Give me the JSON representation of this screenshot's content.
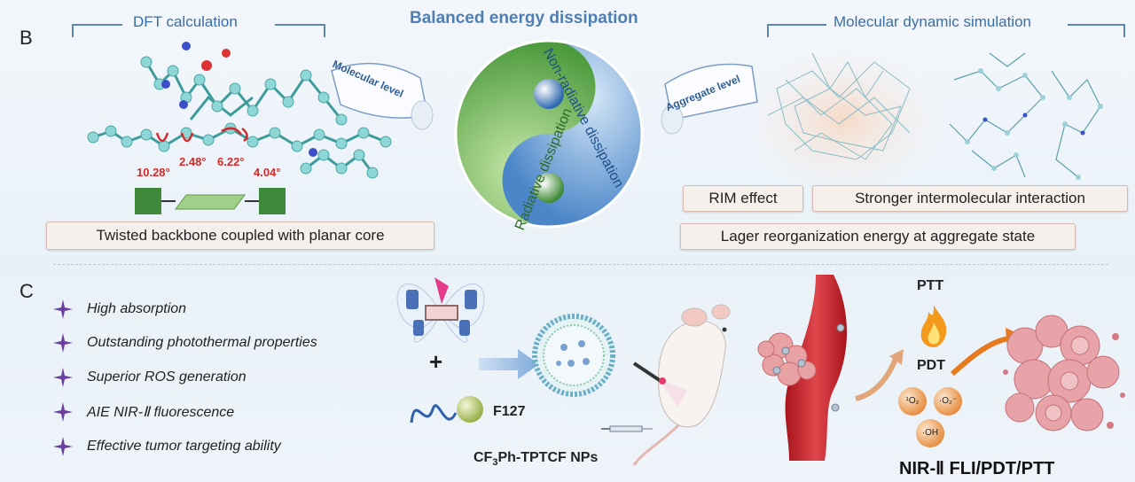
{
  "panelB": {
    "letter": "B",
    "dft_title": "DFT calculation",
    "center_title": "Balanced energy dissipation",
    "md_title": "Molecular dynamic simulation",
    "molecular_level": "Molecular level",
    "aggregate_level": "Aggregate level",
    "yin_top": "Non-radiative dissipation",
    "yin_bottom": "Radiative dissipation",
    "angles": [
      "10.28°",
      "2.48°",
      "6.22°",
      "4.04°"
    ],
    "twisted_label": "Twisted backbone coupled with planar core",
    "rim_label": "RIM effect",
    "stronger_label": "Stronger intermolecular interaction",
    "reorg_label": "Lager reorganization energy at aggregate state"
  },
  "panelC": {
    "letter": "C",
    "properties": [
      "High absorption",
      "Outstanding photothermal properties",
      "Superior ROS generation",
      "AIE NIR-Ⅱ fluorescence",
      "Effective tumor targeting ability"
    ],
    "plus": "+",
    "polymer": "F127",
    "np_prefix": "CF",
    "np_sub": "3",
    "np_suffix": "Ph-TPTCF NPs",
    "ptt": "PTT",
    "pdt": "PDT",
    "ros": [
      "¹O₂",
      "·O₂⁻",
      "·OH"
    ],
    "final_label": "NIR-Ⅱ FLI/PDT/PTT"
  },
  "colors": {
    "header_blue": "#3a6ea8",
    "angle_red": "#d42a2a",
    "green": "#4c9a3c",
    "blue": "#4b86c8",
    "star_purple": "#6a3fa0"
  }
}
